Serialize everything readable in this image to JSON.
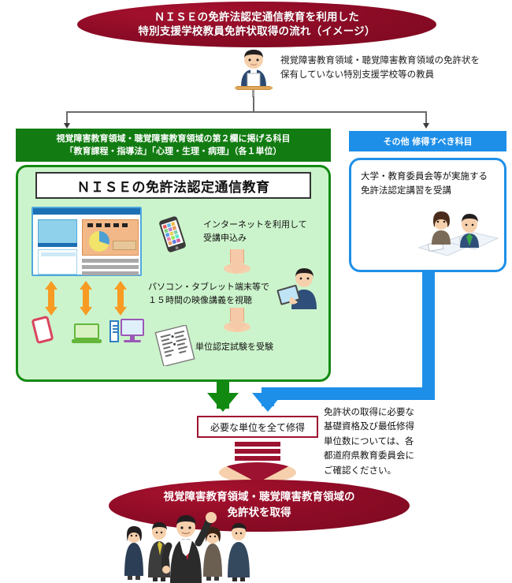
{
  "title": {
    "line1": "ＮＩＳＥの免許法認定通信教育を利用した",
    "line2": "特別支援学校教員免許状取得の流れ（イメージ）"
  },
  "top_note": {
    "line1": "視覚障害教育領域・聴覚障害教育領域の免許状を",
    "line2": "保有していない特別支援学校等の教員",
    "icon": "teacher-at-podium-icon"
  },
  "left_branch": {
    "header": {
      "line1": "視覚障害教育領域・聴覚障害教育領域の第２欄に掲げる科目",
      "line2": "「教育課程・指導法」「心理・生理・病理」（各１単位）"
    },
    "box_title": "ＮＩＳＥの免許法認定通信教育",
    "illustration": "e-learning-devices-icon",
    "steps": [
      {
        "icon": "smartphone-icon",
        "line1": "インターネットを利用して",
        "line2": "受講申込み"
      },
      {
        "icon": "person-with-tablet-icon",
        "line1": "パソコン・タブレット端末等で",
        "line2": "１５時間の映像講義を視聴"
      },
      {
        "icon": "exam-paper-icon",
        "line1": "単位認定試験を受験",
        "line2": ""
      }
    ]
  },
  "right_branch": {
    "header": "その他 修得すべき科目",
    "body": {
      "line1": "大学・教育委員会等が実施する",
      "line2": "免許法認定講習を受講"
    },
    "illustration": "seated-students-icon"
  },
  "credit_box": "必要な単位を全て修得",
  "side_note": {
    "line1": "免許状の取得に必要な",
    "line2": "基礎資格及び最低修得",
    "line3": "単位数については、各",
    "line4": "都道府県教育委員会に",
    "line5": "ご確認ください。"
  },
  "result": {
    "line1": "視覚障害教育領域・聴覚障害教育領域の",
    "line2": "免許状を取得",
    "illustration": "celebrating-teachers-group-icon"
  },
  "colors": {
    "dark_red": "#8d0b26",
    "green": "#127c12",
    "green_light": "#ccf4cc",
    "blue": "#1e8fe8",
    "orange": "#f79b23",
    "peach": "#f6c9a8"
  }
}
